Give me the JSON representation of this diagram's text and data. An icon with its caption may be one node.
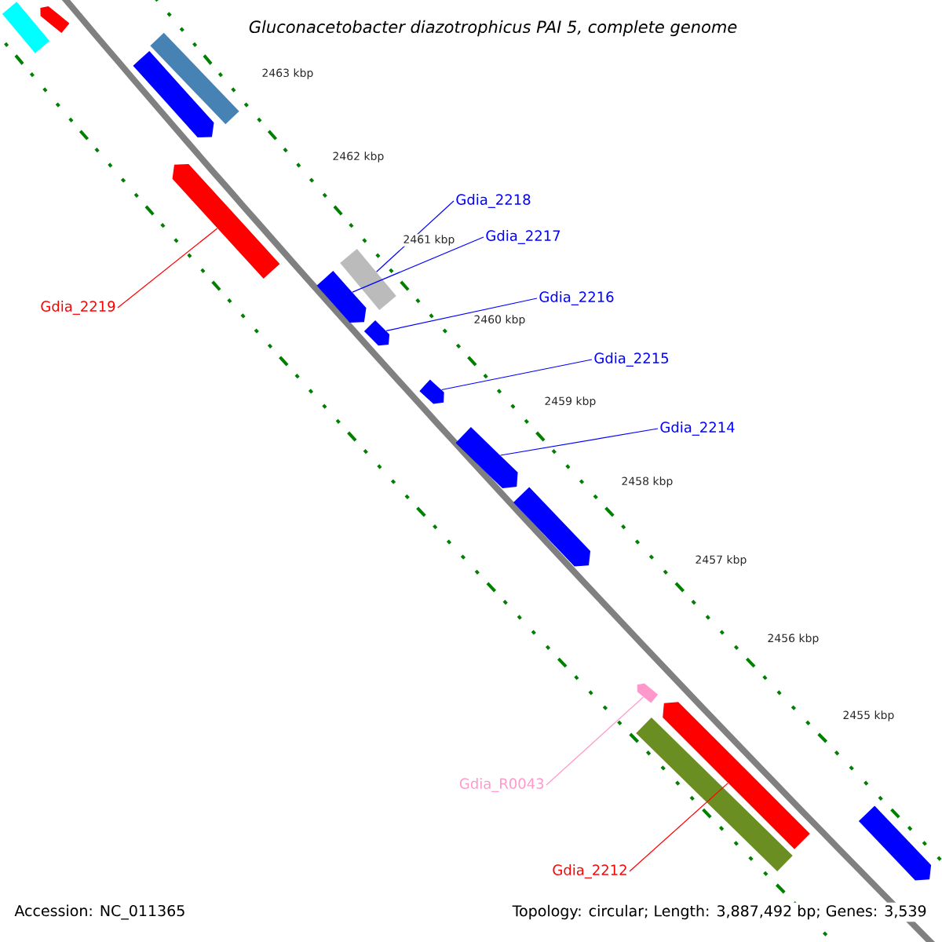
{
  "diagram": {
    "title": "Gluconacetobacter diazotrophicus PAI 5, complete genome",
    "nodes": [
      {
        "text": [
          "Gdia_2219"
        ]
      },
      {
        "text": [
          "Gdia_2218"
        ]
      },
      {
        "text": [
          "Gdia_2217"
        ]
      },
      {
        "text": [
          "Gdia_2216"
        ]
      },
      {
        "text": [
          "Gdia_2215"
        ]
      },
      {
        "text": [
          "Gdia_2214"
        ]
      },
      {
        "text": [
          "Gdia_R0043"
        ]
      },
      {
        "text": [
          "Gdia_2212"
        ]
      },
      {
        "text": [],
        "shape": "bar"
      },
      {
        "text": [],
        "shape": "bar"
      },
      {
        "text": [],
        "shape": "bar"
      },
      {
        "text": [],
        "shape": "bar"
      },
      {
        "text": [],
        "shape": "bar"
      },
      {
        "text": [],
        "shape": "bar"
      },
      {
        "text": [],
        "shape": "bar"
      },
      {
        "text": [],
        "shape": "bar"
      },
      {
        "text": [],
        "shape": "bar"
      },
      {
        "text": [],
        "shape": "bar"
      },
      {
        "text": [],
        "shape": "bar"
      },
      {
        "text": [],
        "shape": "bar"
      },
      {
        "text": [],
        "shape": "bar"
      },
      {
        "text": [],
        "shape": "bar"
      },
      {
        "text": [],
        "shape": "bar"
      }
    ],
    "edges": [
      {
        "from": 0,
        "to": 12,
        "arrow": "none",
        "color": "#ff0000"
      },
      {
        "from": 1,
        "to": 13,
        "arrow": "none"
      },
      {
        "from": 2,
        "to": 14,
        "arrow": "none"
      },
      {
        "from": 3,
        "to": 15,
        "arrow": "none"
      },
      {
        "from": 4,
        "to": 16,
        "arrow": "none"
      },
      {
        "from": 5,
        "to": 17,
        "arrow": "none"
      },
      {
        "from": 6,
        "to": 19,
        "arrow": "none",
        "color": "#ff99cc"
      },
      {
        "from": 7,
        "to": 20,
        "arrow": "none",
        "color": "#ff0000"
      }
    ],
    "labels": [
      "2463 kbp",
      "2462 kbp",
      "2461 kbp",
      "2460 kbp",
      "2459 kbp",
      "2458 kbp",
      "2457 kbp",
      "2456 kbp",
      "2455 kbp",
      "Accession: NC_011365",
      "Topology: circular; Length: 3,887,492 bp; Genes: 3,539"
    ]
  }
}
